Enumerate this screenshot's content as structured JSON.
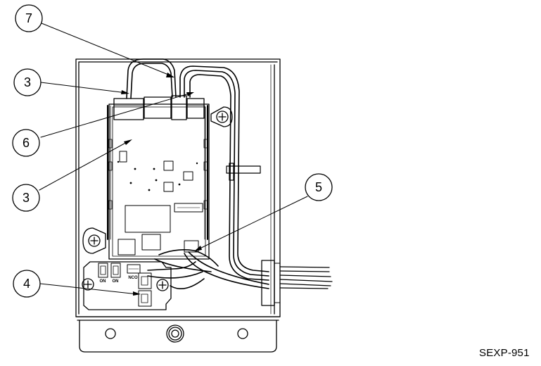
{
  "callouts": [
    "7",
    "3",
    "6",
    "3",
    "5",
    "4"
  ],
  "switch_labels": [
    "ON",
    "ON",
    "NCO"
  ],
  "reference_code": "SEXP-951"
}
